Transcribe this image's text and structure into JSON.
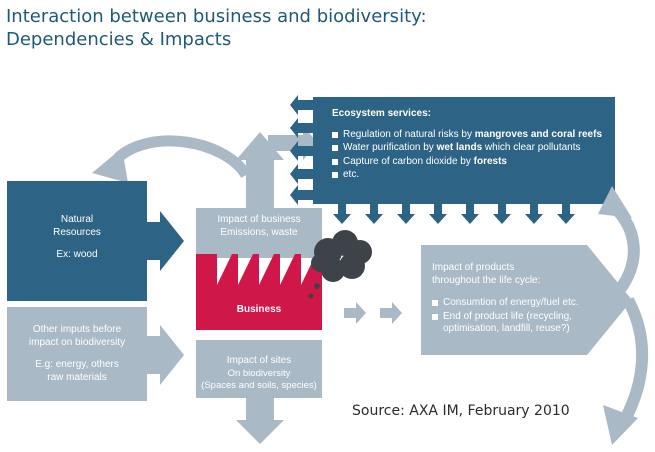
{
  "title": {
    "line1": "Interaction between business and biodiversity:",
    "line2": "Dependencies & Impacts"
  },
  "natural_resources": {
    "line1": "Natural",
    "line2": "Resources",
    "example": "Ex: wood"
  },
  "other_inputs": {
    "line1": "Other imputs before",
    "line2": "impact on biodiversity",
    "eg1": "E.g: energy, others",
    "eg2": "raw materials"
  },
  "impact_business": {
    "heading": "Impact of business",
    "sub": "Emissions, waste"
  },
  "business": {
    "label": "Business"
  },
  "impact_sites": {
    "heading": "Impact of sites",
    "sub1": "On biodiversity",
    "sub2": "(Spaces and soils, species)"
  },
  "ecosystem": {
    "heading": "Ecosystem services:",
    "items": [
      {
        "text": "Regulation of natural risks by ",
        "bold": "mangroves and coral reefs",
        "after": ""
      },
      {
        "text": "Water purification by ",
        "bold": "wet lands",
        "after": " which clear pollutants"
      },
      {
        "text": "Capture of carbon dioxide by ",
        "bold": "forests",
        "after": ""
      },
      {
        "text": "etc.",
        "bold": "",
        "after": ""
      }
    ]
  },
  "products": {
    "heading1": "Impact of products",
    "heading2": "throughout the life cycle:",
    "items": [
      {
        "line1": "Consumtion of energy/fuel etc.",
        "line2": "",
        "line3": ""
      },
      {
        "line1": "End of product life (recycling,",
        "line2": "optimisation, landfill, reuse?)",
        "line3": ""
      }
    ]
  },
  "source": "Source: AXA IM, February 2010",
  "colors": {
    "dark_blue": "#2d6385",
    "grey_blue": "#a9b9c5",
    "business_red": "#d0174a",
    "smoke": "#3d4348",
    "title": "#1e5a78"
  }
}
